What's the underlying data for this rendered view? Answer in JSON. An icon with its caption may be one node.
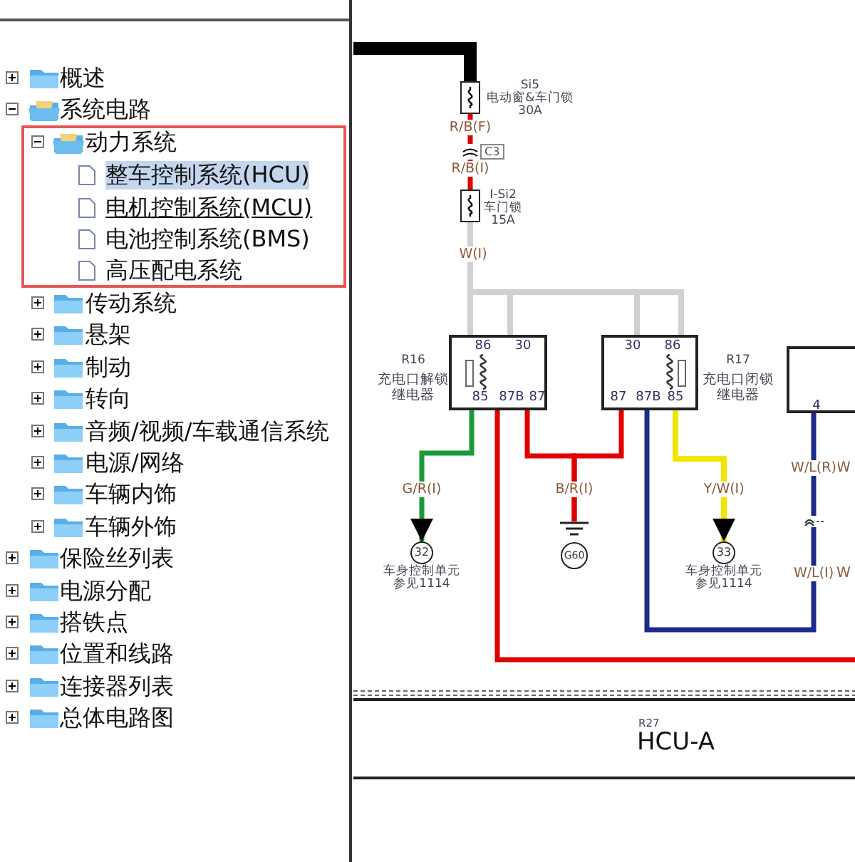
{
  "diagram": {
    "nodes": [
      {
        "text": [
          "动力系统",
          "整车控制系统(HCU)",
          "电机控制系统(MCU)",
          "电池控制系统(BMS)",
          "高压配电系统"
        ]
      },
      {
        "text": [],
        "shape": "box",
        "beside": [
          "Si5",
          "电动窗&车门锁",
          "30A"
        ]
      },
      {
        "text": [
          "C3"
        ]
      },
      {
        "text": [],
        "shape": "box",
        "beside": [
          "I-Si2",
          "车门锁",
          "15A"
        ]
      },
      {
        "text": [
          "86",
          "30",
          "85",
          "87B",
          "87"
        ],
        "beside": [
          "R16",
          "充电口解锁继电器"
        ]
      },
      {
        "text": [
          "30",
          "86",
          "87",
          "87B",
          "85"
        ],
        "beside": [
          "R17",
          "充电口闭锁继电器"
        ]
      },
      {
        "text": [
          "4"
        ]
      },
      {
        "text": [
          "32"
        ],
        "beside": [
          "车身控制单元",
          "参见1114"
        ]
      },
      {
        "text": [
          "G60"
        ]
      },
      {
        "text": [
          "33"
        ],
        "beside": [
          "车身控制单元",
          "参见1114"
        ]
      },
      {
        "text": [],
        "shape": "bar"
      },
      {
        "text": [
          "R27",
          "HCU-A"
        ]
      }
    ],
    "edges": [
      {
        "from": null,
        "to": 1,
        "arrow": "none",
        "style": "thick",
        "color": "#000000"
      },
      {
        "from": 1,
        "to": 2,
        "arrow": "none",
        "label": "R/B(F)",
        "color": "#e00000"
      },
      {
        "from": 2,
        "to": 3,
        "arrow": "none",
        "label": "R/B(I)",
        "color": "#e00000"
      },
      {
        "from": 3,
        "to": 4,
        "arrow": "none",
        "label": "W(I)",
        "color": "#d0d0d0"
      },
      {
        "from": 3,
        "to": 5,
        "arrow": "none",
        "color": "#d0d0d0"
      },
      {
        "from": 4,
        "to": 7,
        "arrow": "to",
        "label": "G/R(I)",
        "color": "#1a9a3a"
      },
      {
        "from": 4,
        "to": 8,
        "arrow": "none",
        "label": "B/R(I)",
        "color": "#e00000"
      },
      {
        "from": 5,
        "to": 8,
        "arrow": "none",
        "color": "#e00000"
      },
      {
        "from": 5,
        "to": 9,
        "arrow": "to",
        "label": "Y/W(I)",
        "color": "#f2e600"
      },
      {
        "from": 4,
        "to": null,
        "arrow": "none",
        "color": "#e00000"
      },
      {
        "from": 5,
        "to": 10,
        "arrow": "none",
        "label": "W/L(I)",
        "color": "#1c2a8c"
      },
      {
        "from": 10,
        "to": 6,
        "arrow": "none",
        "label": "W/L(R)",
        "color": "#1c2a8c"
      }
    ],
    "labels": [
      "概述",
      "系统电路",
      "传动系统",
      "悬架",
      "制动",
      "转向",
      "音频/视频/车载通信系统",
      "电源/网络",
      "车辆内饰",
      "车辆外饰",
      "保险丝列表",
      "电源分配",
      "搭铁点",
      "位置和线路",
      "连接器列表",
      "总体电路图",
      "W",
      "W"
    ]
  }
}
